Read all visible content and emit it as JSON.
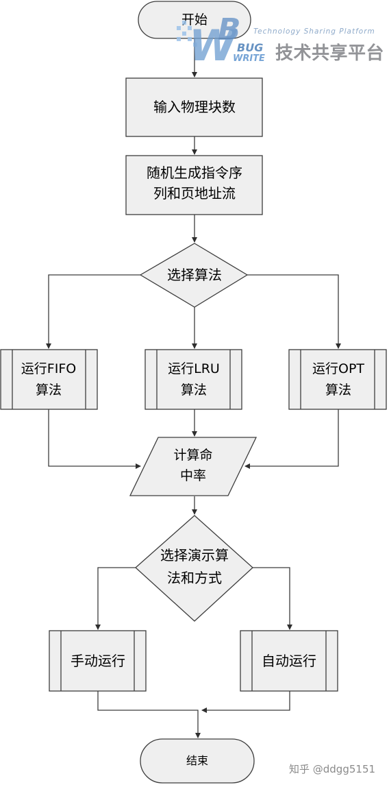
{
  "flowchart": {
    "start": "开始",
    "input_blocks": "输入物理块数",
    "generate": [
      "随机生成指令序",
      "列和页地址流"
    ],
    "choose_algorithm": "选择算法",
    "run_fifo": [
      "运行FIFO",
      "算法"
    ],
    "run_lru": [
      "运行LRU",
      "算法"
    ],
    "run_opt": [
      "运行OPT",
      "算法"
    ],
    "calc_hit_rate": [
      "计算命",
      "中率"
    ],
    "choose_mode": [
      "选择演示算",
      "法和方式"
    ],
    "manual_run": "手动运行",
    "auto_run": "自动运行",
    "end": "结束"
  },
  "watermark": {
    "logo_letters": [
      "W",
      "B"
    ],
    "logo_bug": "BUG",
    "logo_write": "WRITE",
    "tagline": "Technology Sharing Platform",
    "name_cn": "技术共享平台",
    "credit": "知乎 @ddgg5151"
  },
  "colors": {
    "node_fill": "#efefef",
    "stroke": "#3c3c3c",
    "watermark_blue": "#6f9fd2"
  }
}
